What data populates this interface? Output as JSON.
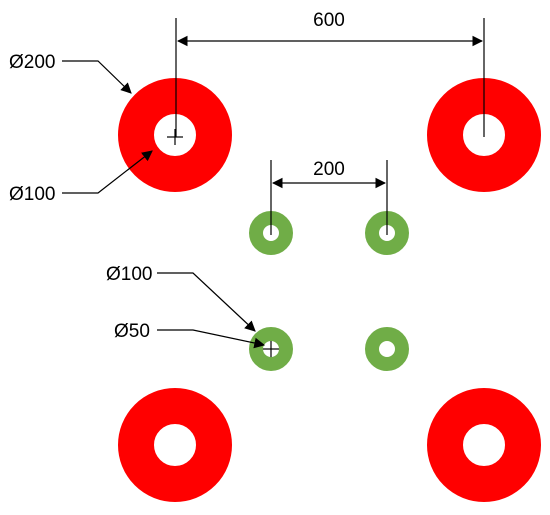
{
  "labels": {
    "horizontal_large": "600",
    "horizontal_small": "200",
    "large_outer_diameter": "Ø200",
    "large_inner_diameter": "Ø100",
    "small_outer_diameter": "Ø100",
    "small_inner_diameter": "Ø50"
  },
  "colors": {
    "large_ring": "#ff0000",
    "large_ring_edge": "#c0392b",
    "small_ring": "#70ad47",
    "small_ring_edge": "#5a8f3a",
    "hole": "#ffffff",
    "line": "#000000"
  },
  "icons": {
    "center_mark": "crosshair-icon"
  }
}
